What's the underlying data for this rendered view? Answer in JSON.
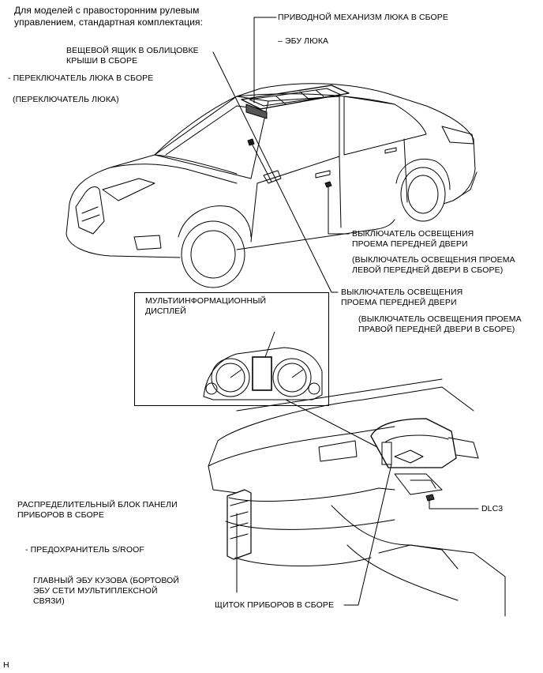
{
  "header": "Для моделей с правосторонним рулевым\nуправлением, стандартная комплектация:",
  "labels": {
    "sunroof_drive": "ПРИВОДНОЙ МЕХАНИЗМ ЛЮКА В СБОРЕ",
    "sunroof_ecu": "– ЭБУ ЛЮКА",
    "console_box": "ВЕЩЕВОЙ ЯЩИК В ОБЛИЦОВКЕ\nКРЫШИ В СБОРЕ",
    "sunroof_switch": "- ПЕРЕКЛЮЧАТЕЛЬ ЛЮКА В СБОРЕ",
    "sunroof_switch_sub": "(ПЕРЕКЛЮЧАТЕЛЬ ЛЮКА)",
    "front_door_switch_l": "ВЫКЛЮЧАТЕЛЬ ОСВЕЩЕНИЯ\nПРОЕМА ПЕРЕДНЕЙ ДВЕРИ",
    "front_door_switch_l_sub": "(ВЫКЛЮЧАТЕЛЬ ОСВЕЩЕНИЯ ПРОЕМА\nЛЕВОЙ ПЕРЕДНЕЙ ДВЕРИ В СБОРЕ)",
    "front_door_switch_r": "ВЫКЛЮЧАТЕЛЬ ОСВЕЩЕНИЯ\nПРОЕМА ПЕРЕДНЕЙ ДВЕРИ",
    "front_door_switch_r_sub": "(ВЫКЛЮЧАТЕЛЬ ОСВЕЩЕНИЯ ПРОЕМА\nПРАВОЙ ПЕРЕДНЕЙ ДВЕРИ В СБОРЕ)",
    "multi_display": "МУЛЬТИИНФОРМАЦИОННЫЙ\nДИСПЛЕЙ",
    "junction_block": "РАСПРЕДЕЛИТЕЛЬНЫЙ БЛОК ПАНЕЛИ\nПРИБОРОВ В СБОРЕ",
    "fuse": "- ПРЕДОХРАНИТЕЛЬ S/ROOF",
    "main_body_ecu": "ГЛАВНЫЙ ЭБУ КУЗОВА (БОРТОВОЙ\nЭБУ СЕТИ МУЛЬТИПЛЕКСНОЙ\nСВЯЗИ)",
    "dlc3": "DLC3",
    "combination_meter": "ЩИТОК ПРИБОРОВ В СБОРЕ"
  },
  "footer_code": "H"
}
